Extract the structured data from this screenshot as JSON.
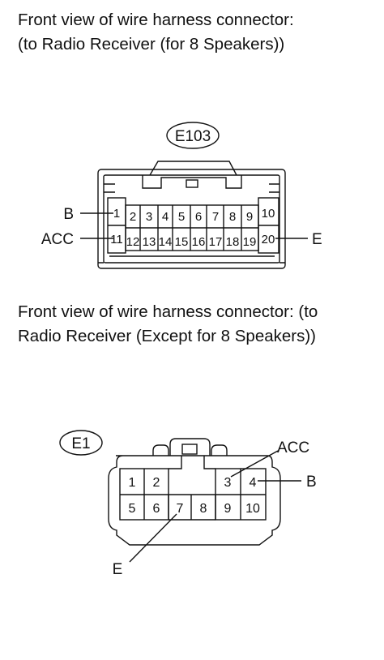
{
  "connector_a": {
    "caption_line1": "Front view of wire harness connector:",
    "caption_line2": "(to Radio Receiver (for 8 Speakers))",
    "id": "E103",
    "top_row": [
      "1",
      "2",
      "3",
      "4",
      "5",
      "6",
      "7",
      "8",
      "9",
      "10"
    ],
    "bottom_row": [
      "11",
      "12",
      "13",
      "14",
      "15",
      "16",
      "17",
      "18",
      "19",
      "20"
    ],
    "labels": {
      "b": "B",
      "acc": "ACC",
      "e": "E"
    }
  },
  "connector_b": {
    "caption_line1": "Front view of wire harness connector: (to",
    "caption_line2": "Radio Receiver (Except for 8 Speakers))",
    "id": "E1",
    "top_row": [
      "1",
      "2",
      "3",
      "4"
    ],
    "bottom_row": [
      "5",
      "6",
      "7",
      "8",
      "9",
      "10"
    ],
    "labels": {
      "acc": "ACC",
      "b": "B",
      "e": "E"
    }
  }
}
